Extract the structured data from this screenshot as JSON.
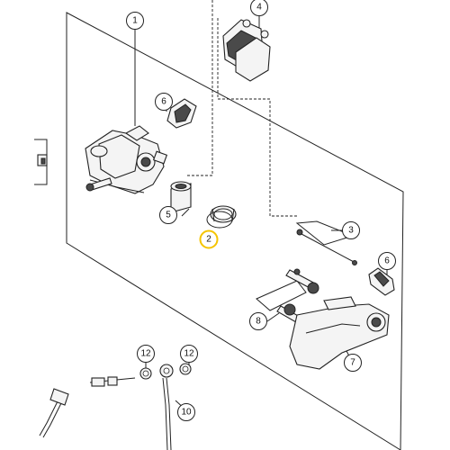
{
  "callouts": {
    "c1": "1",
    "c2": "2",
    "c3": "3",
    "c4": "4",
    "c5": "5",
    "c6a": "6",
    "c6b": "6",
    "c7": "7",
    "c8": "8",
    "c10": "10",
    "c12a": "12",
    "c12b": "12"
  },
  "colors": {
    "highlight": "#f5c400",
    "line": "#222222",
    "background": "#ffffff"
  }
}
